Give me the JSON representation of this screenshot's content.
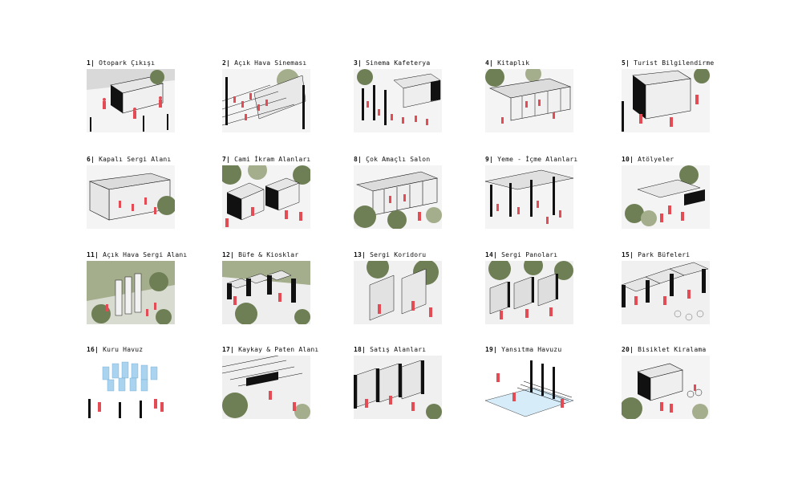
{
  "colors": {
    "people": "#e34b55",
    "tree": "#6f7f55",
    "tree_light": "#a4ae8c",
    "wall_dark": "#111111",
    "wall_light": "#e3e3e3",
    "ground": "#f2f2f2",
    "water": "#a9d3ee"
  },
  "items": [
    {
      "num": "1|",
      "title": "Otopark Çıkışı",
      "icon": "parking-exit"
    },
    {
      "num": "2|",
      "title": "Açık Hava Sineması",
      "icon": "open-air-cinema"
    },
    {
      "num": "3|",
      "title": "Sinema Kafeterya",
      "icon": "cinema-cafe"
    },
    {
      "num": "4|",
      "title": "Kitaplık",
      "icon": "library"
    },
    {
      "num": "5|",
      "title": "Turist Bilgilendirme",
      "icon": "tourist-info"
    },
    {
      "num": "6|",
      "title": "Kapalı Sergi Alanı",
      "icon": "indoor-exhibition"
    },
    {
      "num": "7|",
      "title": "Cami İkram Alanları",
      "icon": "mosque-hospitality"
    },
    {
      "num": "8|",
      "title": "Çok Amaçlı Salon",
      "icon": "multipurpose-hall"
    },
    {
      "num": "9|",
      "title": "Yeme - İçme Alanları",
      "icon": "food-drink"
    },
    {
      "num": "10|",
      "title": "Atölyeler",
      "icon": "workshops"
    },
    {
      "num": "11|",
      "title": "Açık Hava Sergi Alanı",
      "icon": "outdoor-exhibition"
    },
    {
      "num": "12|",
      "title": "Büfe & Kiosklar",
      "icon": "kiosks"
    },
    {
      "num": "13|",
      "title": "Sergi Koridoru",
      "icon": "exhibition-corridor"
    },
    {
      "num": "14|",
      "title": "Sergi Panoları",
      "icon": "exhibition-panels"
    },
    {
      "num": "15|",
      "title": "Park Büfeleri",
      "icon": "park-kiosks"
    },
    {
      "num": "16|",
      "title": "Kuru Havuz",
      "icon": "dry-pool"
    },
    {
      "num": "17|",
      "title": "Kaykay & Paten Alanı",
      "icon": "skate-area"
    },
    {
      "num": "18|",
      "title": "Satış Alanları",
      "icon": "sales-areas"
    },
    {
      "num": "19|",
      "title": "Yansıtma Havuzu",
      "icon": "reflecting-pool"
    },
    {
      "num": "20|",
      "title": "Bisiklet Kiralama",
      "icon": "bike-rental"
    }
  ]
}
